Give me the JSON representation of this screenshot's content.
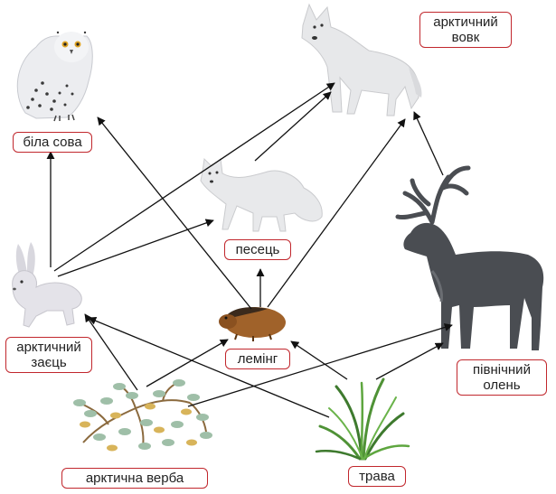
{
  "organisms": {
    "owl": {
      "label": "біла сова",
      "icon": "snowy-owl-icon"
    },
    "wolf": {
      "label": "арктичний\nвовк",
      "icon": "arctic-wolf-icon"
    },
    "fox": {
      "label": "песець",
      "icon": "arctic-fox-icon"
    },
    "hare": {
      "label": "арктичний\nзаєць",
      "icon": "arctic-hare-icon"
    },
    "lemming": {
      "label": "лемінг",
      "icon": "lemming-icon"
    },
    "deer": {
      "label": "північний\nолень",
      "icon": "reindeer-icon"
    },
    "willow": {
      "label": "арктична верба",
      "icon": "arctic-willow-icon"
    },
    "grass": {
      "label": "трава",
      "icon": "grass-icon"
    }
  },
  "links": [
    {
      "from": "hare",
      "to": "owl"
    },
    {
      "from": "hare",
      "to": "wolf"
    },
    {
      "from": "hare",
      "to": "fox"
    },
    {
      "from": "lemming",
      "to": "owl"
    },
    {
      "from": "lemming",
      "to": "fox"
    },
    {
      "from": "lemming",
      "to": "wolf"
    },
    {
      "from": "fox",
      "to": "wolf"
    },
    {
      "from": "deer",
      "to": "wolf"
    },
    {
      "from": "willow",
      "to": "hare"
    },
    {
      "from": "willow",
      "to": "lemming"
    },
    {
      "from": "willow",
      "to": "deer"
    },
    {
      "from": "grass",
      "to": "hare"
    },
    {
      "from": "grass",
      "to": "lemming"
    },
    {
      "from": "grass",
      "to": "deer"
    }
  ],
  "colors": {
    "label_border": "#c1272d",
    "arrow": "#111111"
  }
}
